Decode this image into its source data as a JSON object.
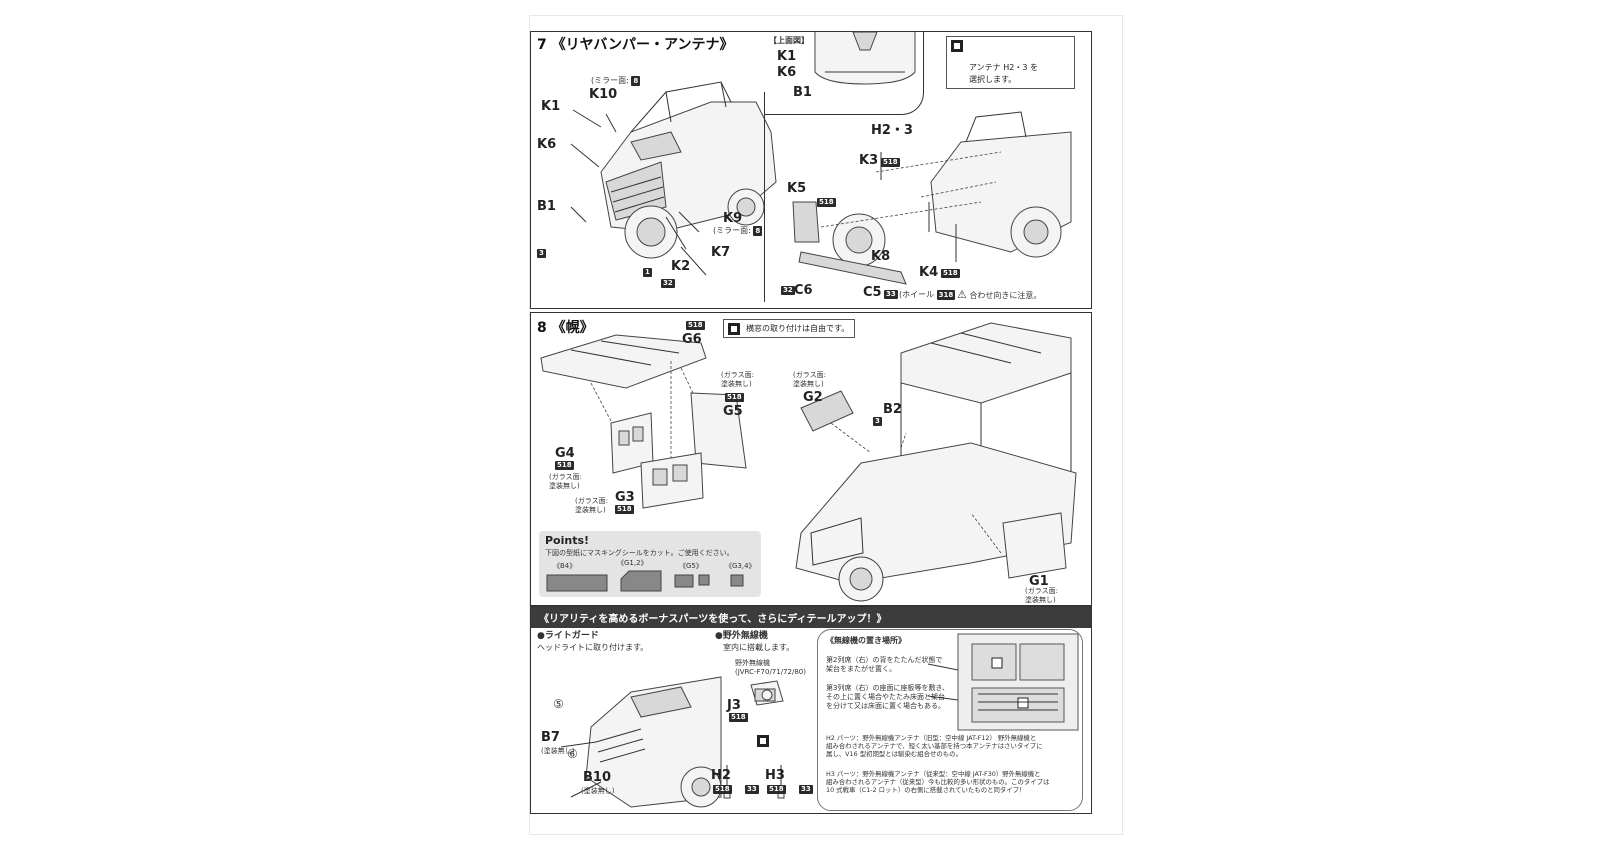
{
  "step7": {
    "number": "7",
    "title": "《リヤバンパー・アンテナ》",
    "top_view_label": "【上面図】",
    "note": "アンテナ H2・3 を\n選択します。",
    "parts": {
      "K1": "K1",
      "K10": "K10",
      "K6": "K6",
      "B1": "B1",
      "K9": "K9",
      "K7": "K7",
      "K2": "K2",
      "K5": "K5",
      "K3": "K3",
      "H23": "H2・3",
      "K8": "K8",
      "K4": "K4",
      "C5": "C5",
      "C6": "C6",
      "TK1": "K1",
      "TK6": "K6",
      "TB1": "B1"
    },
    "mirror_top": "(ミラー面:",
    "mirror_bottom": "(ミラー面:",
    "wheel_label": "(ホイール",
    "caution": "合わせ向きに注意。",
    "badges": {
      "b8a": "8",
      "b8b": "8",
      "b3": "3",
      "b1": "1",
      "b32": "32",
      "b518a": "518",
      "b518b": "518",
      "b518c": "518",
      "b33": "33",
      "b318": "318",
      "b32b": "32"
    }
  },
  "step8": {
    "number": "8",
    "title": "《幌》",
    "note": "横窓の取り付けは自由です。",
    "parts": {
      "G6": "G6",
      "G5": "G5",
      "G4": "G4",
      "G3": "G3",
      "G2": "G2",
      "B2": "B2",
      "G1": "G1"
    },
    "glass_note": "(ガラス面:\n塗装無し)",
    "badges": {
      "b518a": "518",
      "b518b": "518",
      "b518c": "518",
      "b518d": "518",
      "b3": "3"
    },
    "points_title": "Points!",
    "points_text": "下図の型紙にマスキングシールをカット。ご使用ください。",
    "templates": [
      "《B4》",
      "《G1,2》",
      "《G5》",
      "《G3,4》"
    ]
  },
  "bonus": {
    "banner": "《リアリティを高めるボーナスパーツを使って、さらにディテールアップ！》",
    "light_guard": {
      "title": "●ライトガード",
      "text": "ヘッドライトに取り付けます。",
      "B7": "B7",
      "B10": "B10",
      "paint": "(塗装無し)",
      "c5": "⑤",
      "c6": "⑥"
    },
    "radio": {
      "title": "●野外無線機",
      "text": "室内に搭載します。",
      "unit": "野外無線機\n(JVRC-F70/71/72/80)",
      "J3": "J3",
      "H2": "H2",
      "H3": "H3",
      "b518a": "518",
      "b518b": "518",
      "b518c": "518",
      "b33a": "33",
      "b33b": "33"
    },
    "placement": {
      "title": "《無線機の置き場所》",
      "p1": "第2列席（右）の背をたたんだ状態で\n架台をまたがせ置く。",
      "p2": "第3列席（右）の座面に座板等を敷き、\nその上に置く場合やたたみ床面と架台\nを分けて又は床面に置く場合もある。",
      "h2": "H2 パーツ：野外無線機アンテナ（旧型：空中線 JAT-F12） 野外無線機と\n組み合わされるアンテナで、短く太い基部を持つ本アンテナはさいタイプに\n属し、V16 型初期型とは馴染む組合せのもの。",
      "h3": "H3 パーツ：野外無線機アンテナ（従来型：空中線 JAT-F30）野外無線機と\n組み合わされるアンテナ（従来型）今も比較的多い形状のもの。このタイプは\n10 式戦車（C1-2 ロット）の右側に搭載されていたものと同タイプ！"
    }
  }
}
